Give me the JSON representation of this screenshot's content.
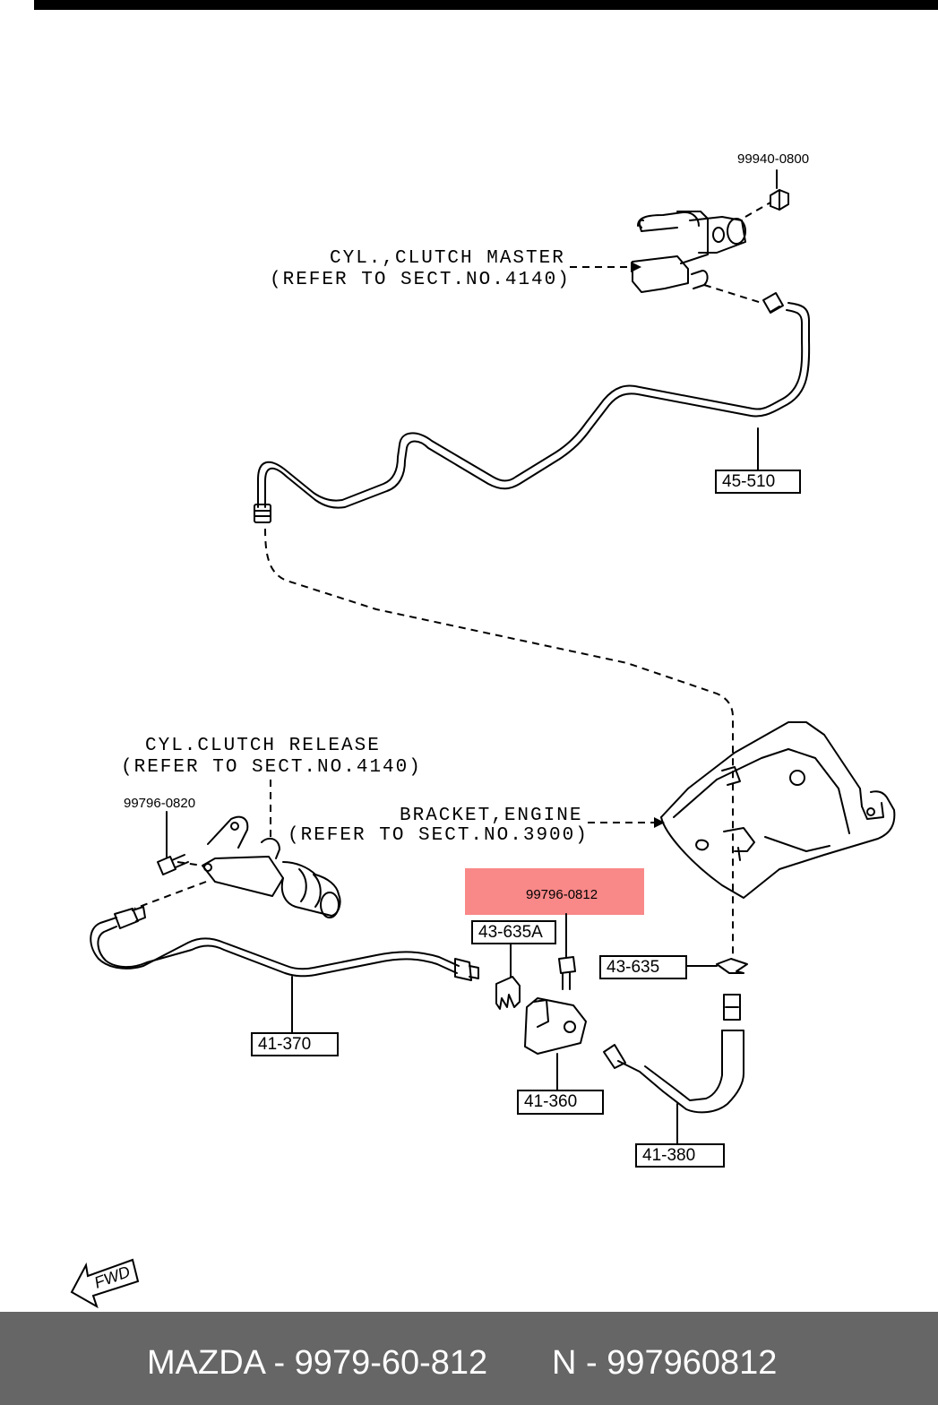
{
  "labels": {
    "master_line1": "CYL.,CLUTCH MASTER",
    "master_line2": "(REFER TO SECT.NO.4140)",
    "release_line1": "CYL.CLUTCH RELEASE",
    "release_line2": "(REFER TO SECT.NO.4140)",
    "bracket_line1": "BRACKET,ENGINE",
    "bracket_line2": "(REFER TO SECT.NO.3900)"
  },
  "part_numbers": {
    "nut": "99940-0800",
    "bolt_release": "99796-0820",
    "bolt_highlight": "99796-0812"
  },
  "boxed": {
    "pipe_upper": "45-510",
    "clip_a": "43-635A",
    "clip": "43-635",
    "pipe_lower": "41-370",
    "bracket": "41-360",
    "hose": "41-380"
  },
  "fwd": "FWD",
  "footer": {
    "left": "MAZDA - 9979-60-812",
    "right": "N - 997960812"
  },
  "colors": {
    "highlight": "#f98888",
    "footer_bg": "#666666"
  }
}
